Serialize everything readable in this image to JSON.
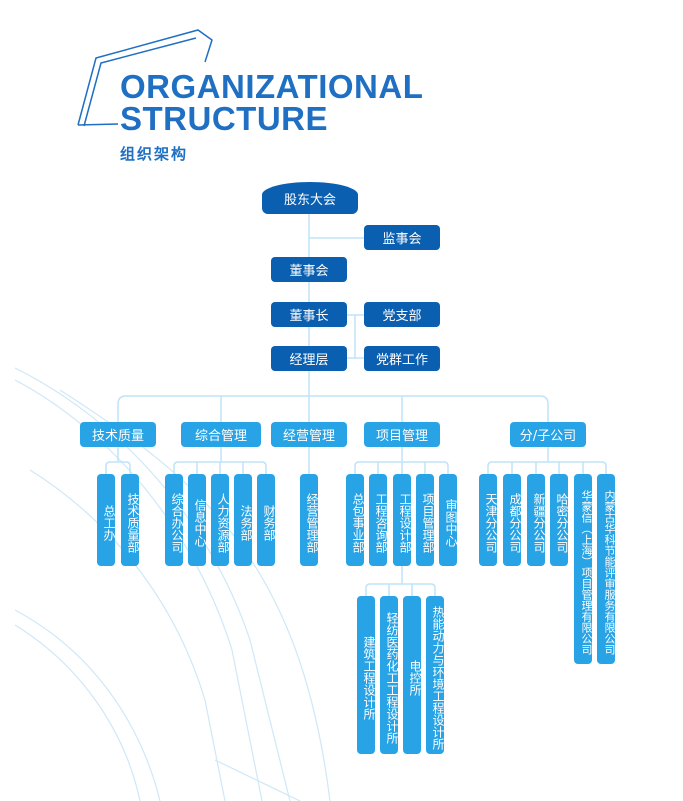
{
  "header": {
    "title_line1": "ORGANIZATIONAL",
    "title_line2": "STRUCTURE",
    "subtitle": "组织架构"
  },
  "colors": {
    "primary": "#0b5fb0",
    "secondary": "#27a3e6",
    "line": "#bfe3f7"
  },
  "top_nodes": {
    "shareholders": "股东大会",
    "supervisors": "监事会",
    "board": "董事会",
    "chairman": "董事长",
    "party": "党支部",
    "management": "经理层",
    "party_work": "党群工作"
  },
  "departments": [
    {
      "label": "技术质量",
      "subs": [
        "总工办",
        "技术质量部"
      ]
    },
    {
      "label": "综合管理",
      "subs": [
        "综合办公司",
        "信息中心",
        "人力资源部",
        "法务部",
        "财务部"
      ]
    },
    {
      "label": "经营管理",
      "subs": [
        "经营管理部"
      ]
    },
    {
      "label": "项目管理",
      "subs": [
        "总包事业部",
        "工程咨询部",
        "工程设计部",
        "项目管理部",
        "审图中心"
      ]
    },
    {
      "label": "分/子公司",
      "subs": [
        "天津分公司",
        "成都分公司",
        "新疆分公司",
        "哈密分公司",
        "华蒙信（上海）项目管理有限公司",
        "内蒙古华科节能评审服务有限公司"
      ]
    }
  ],
  "design_institutes": [
    "建筑工程设计所",
    "轻纺医药化工工程设计所",
    "电控所",
    "热能动力与环境工程设计所"
  ]
}
